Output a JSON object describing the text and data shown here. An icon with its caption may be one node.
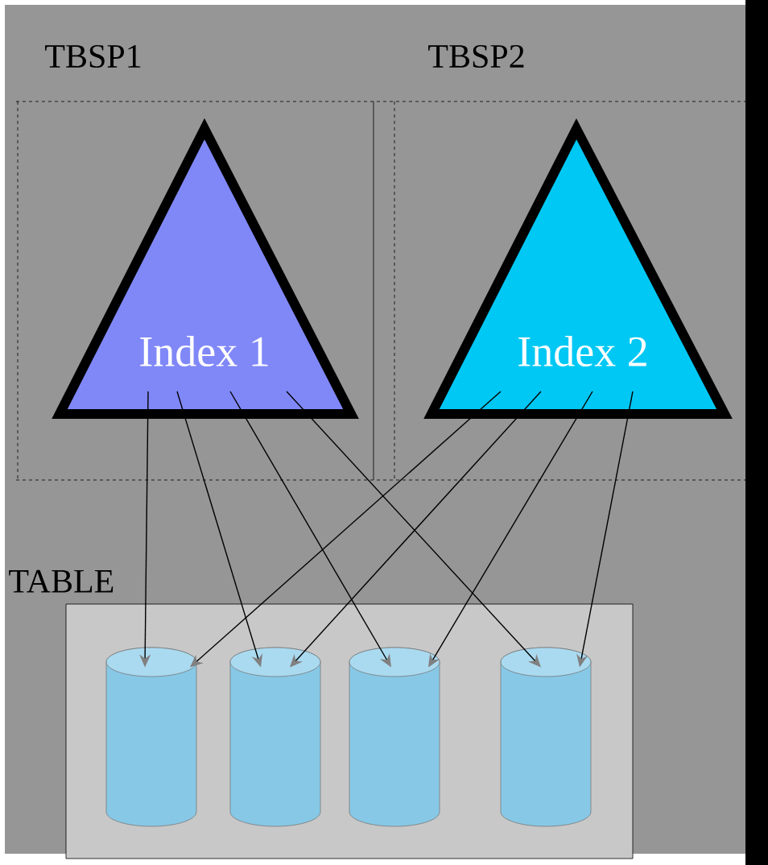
{
  "diagram": {
    "nodes": [
      {
        "text": [
          "Index 1"
        ]
      },
      {
        "text": [
          "Index 2"
        ]
      },
      {
        "text": [
          "TABLE"
        ]
      },
      {
        "text": [],
        "shape": "cylinder",
        "in": 2
      },
      {
        "text": [],
        "shape": "cylinder",
        "in": 2
      },
      {
        "text": [],
        "shape": "cylinder",
        "in": 2
      },
      {
        "text": [],
        "shape": "cylinder",
        "in": 2
      }
    ],
    "edges": [
      {
        "from": 0,
        "to": 3,
        "arrow": "to"
      },
      {
        "from": 0,
        "to": 4,
        "arrow": "to"
      },
      {
        "from": 0,
        "to": 5,
        "arrow": "to"
      },
      {
        "from": 0,
        "to": 6,
        "arrow": "to"
      },
      {
        "from": 1,
        "to": 3,
        "arrow": "to"
      },
      {
        "from": 1,
        "to": 4,
        "arrow": "to"
      },
      {
        "from": 1,
        "to": 5,
        "arrow": "to"
      },
      {
        "from": 1,
        "to": 6,
        "arrow": "to"
      }
    ],
    "labels": [
      "TBSP1",
      "TBSP2"
    ]
  }
}
